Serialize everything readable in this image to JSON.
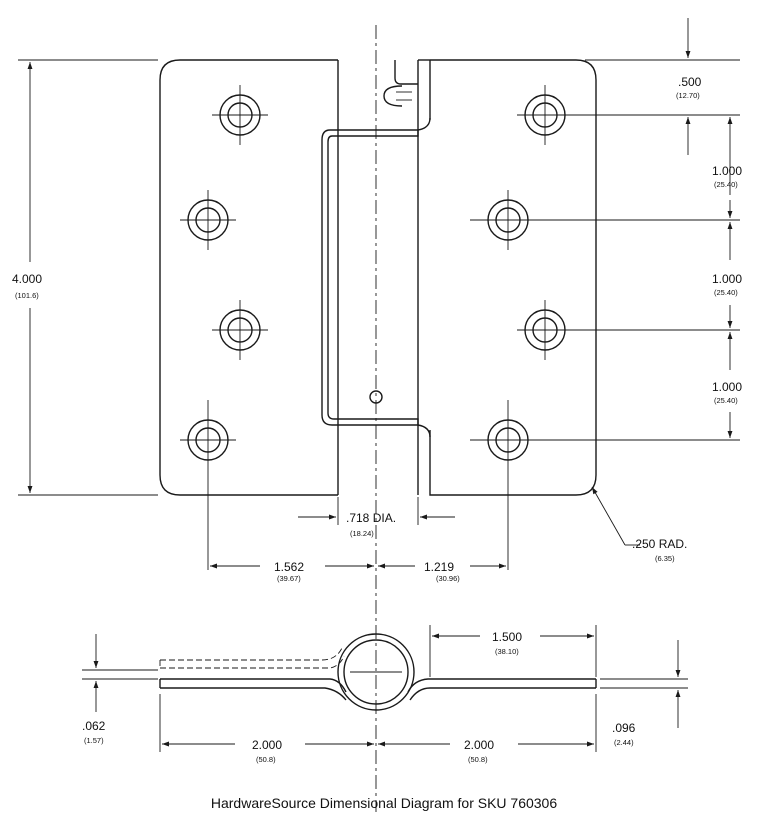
{
  "caption": "HardwareSource Dimensional Diagram for SKU 760306",
  "dimensions": {
    "height": {
      "in": "4.000",
      "mm": "(101.6)"
    },
    "top_offset": {
      "in": ".500",
      "mm": "(12.70)"
    },
    "hole_spacing_1": {
      "in": "1.000",
      "mm": "(25.40)"
    },
    "hole_spacing_2": {
      "in": "1.000",
      "mm": "(25.40)"
    },
    "hole_spacing_3": {
      "in": "1.000",
      "mm": "(25.40)"
    },
    "pin_dia": {
      "in": ".718 DIA.",
      "mm": "(18.24)"
    },
    "corner_radius": {
      "in": ".250 RAD.",
      "mm": "(6.35)"
    },
    "left_hole_offset": {
      "in": "1.562",
      "mm": "(39.67)"
    },
    "right_hole_offset": {
      "in": "1.219",
      "mm": "(30.96)"
    },
    "knuckle_gap": {
      "in": "1.500",
      "mm": "(38.10)"
    },
    "leaf_thickness": {
      "in": ".062",
      "mm": "(1.57)"
    },
    "plate_thickness": {
      "in": ".096",
      "mm": "(2.44)"
    },
    "left_width": {
      "in": "2.000",
      "mm": "(50.8)"
    },
    "right_width": {
      "in": "2.000",
      "mm": "(50.8)"
    }
  }
}
